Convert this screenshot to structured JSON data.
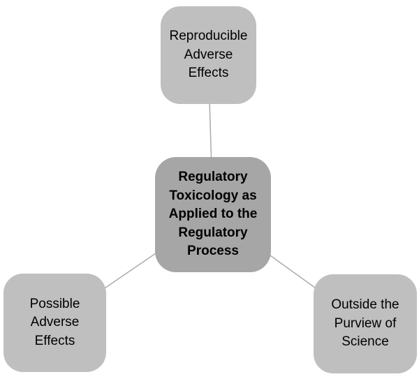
{
  "diagram": {
    "type": "radial-smartart",
    "background_color": "#ffffff",
    "connector_color": "#ababab",
    "center_node": {
      "label": "Regulatory Toxicology as Applied to the Regulatory Process",
      "fill_color": "#a6a6a6",
      "text_color": "#000000",
      "bold": true
    },
    "outer_nodes": [
      {
        "id": "top",
        "label": "Reproducible Adverse Effects"
      },
      {
        "id": "bottom-left",
        "label": "Possible Adverse Effects"
      },
      {
        "id": "bottom-right",
        "label": "Outside the Purview of Science"
      }
    ],
    "outer_node_fill_color": "#bfbfbf",
    "outer_node_text_color": "#000000"
  }
}
